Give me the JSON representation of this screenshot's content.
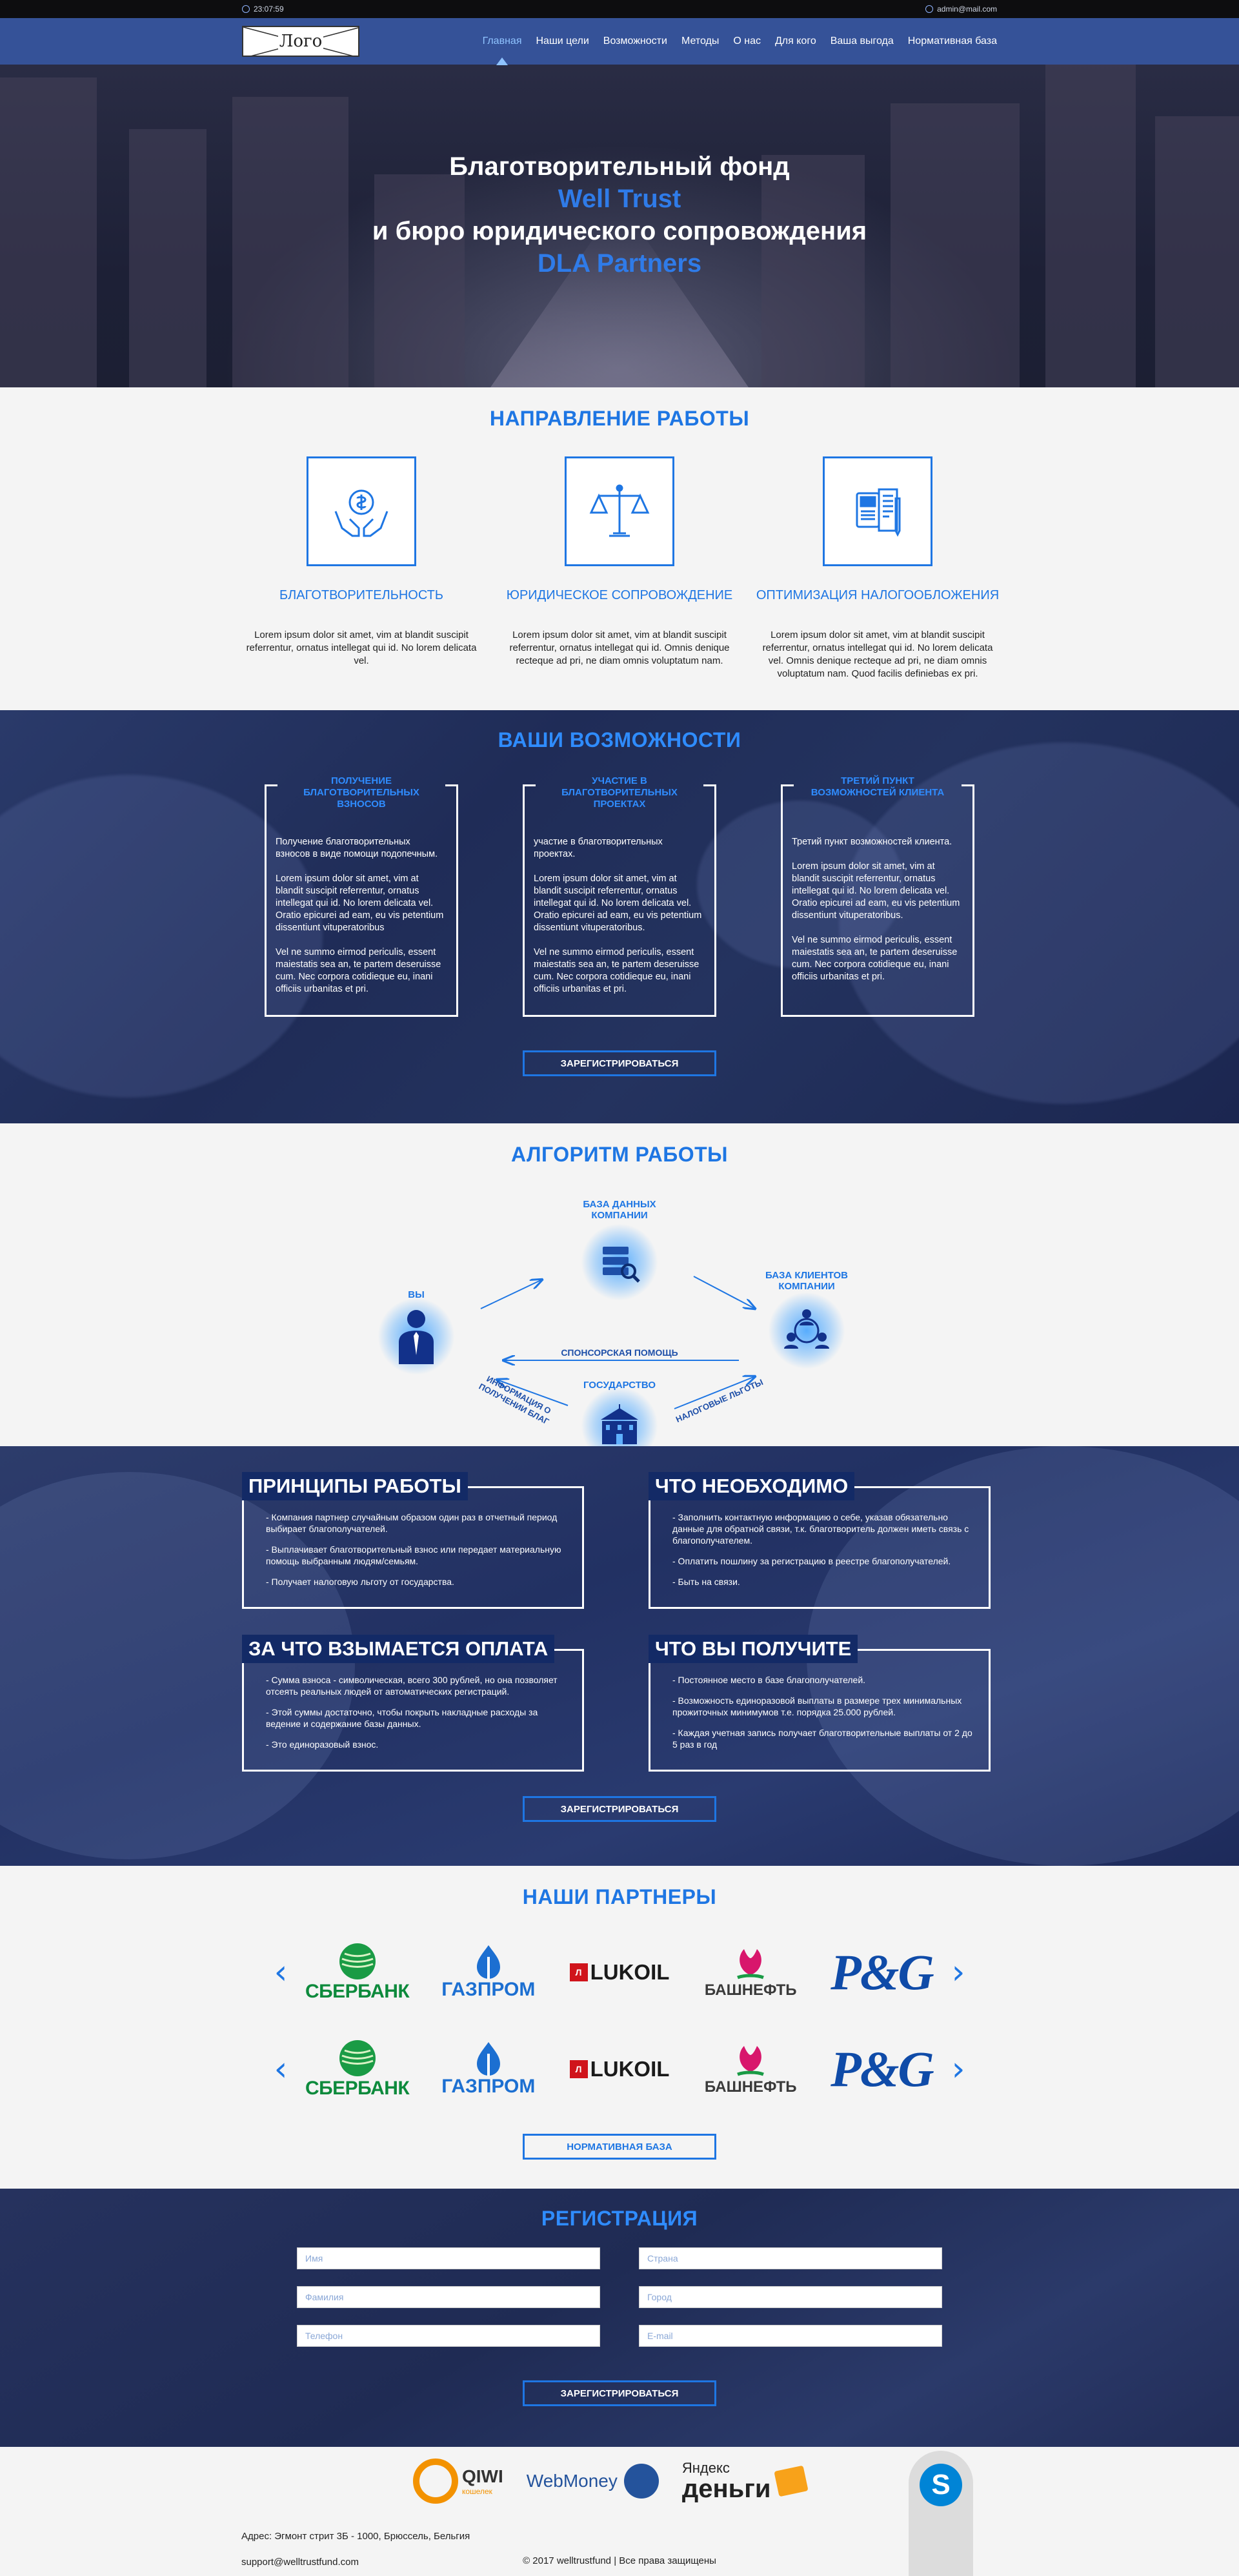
{
  "topbar": {
    "time": "23:07:59",
    "email": "admin@mail.com"
  },
  "nav": {
    "logo": "Лого",
    "items": [
      "Главная",
      "Наши цели",
      "Возможности",
      "Методы",
      "О нас",
      "Для кого",
      "Ваша выгода",
      "Нормативная база"
    ],
    "active_index": 0
  },
  "hero": {
    "line1": "Благотворительный фонд",
    "line2": "Well Trust",
    "line3": "и бюро юридического сопровождения",
    "line4": "DLA Partners"
  },
  "directions": {
    "title": "НАПРАВЛЕНИЕ РАБОТЫ",
    "cards": [
      {
        "icon": "hands-money-icon",
        "name": "Благотворительность",
        "text": "Lorem ipsum dolor sit amet, vim at blandit suscipit referrentur, ornatus intellegat qui id. No lorem delicata vel."
      },
      {
        "icon": "scales-icon",
        "name": "Юридическое сопровождение",
        "text": "Lorem ipsum dolor sit amet, vim at blandit suscipit referrentur, ornatus intellegat qui id. Omnis denique recteque ad pri, ne diam omnis voluptatum nam."
      },
      {
        "icon": "documents-icon",
        "name": "Оптимизация налогообложения",
        "text": "Lorem ipsum dolor sit amet, vim at blandit suscipit referrentur, ornatus intellegat qui id. No lorem delicata vel. Omnis denique recteque ad pri, ne diam omnis voluptatum nam. Quod facilis definiebas ex pri."
      }
    ]
  },
  "opportunities": {
    "title": "ВАШИ ВОЗМОЖНОСТИ",
    "cards": [
      {
        "title": "Получение благотворительных взносов",
        "body": "Получение благотворительных взносов в виде помощи подопечным.\n\nLorem ipsum dolor sit amet, vim at blandit suscipit referrentur, ornatus intellegat qui id. No lorem delicata vel. Oratio epicurei ad eam, eu vis petentium dissentiunt vituperatoribus\n\nVel ne summo eirmod periculis, essent maiestatis sea an, te partem deseruisse cum. Nec corpora cotidieque eu, inani officiis urbanitas et pri."
      },
      {
        "title": "Участие в благотворительных проектах",
        "body": "участие в благотворительных проектах.\n\nLorem ipsum dolor sit amet, vim at blandit suscipit referrentur, ornatus intellegat qui id. No lorem delicata vel. Oratio epicurei ad eam, eu vis petentium dissentiunt vituperatoribus.\n\nVel ne summo eirmod periculis, essent maiestatis sea an, te partem deseruisse cum. Nec corpora cotidieque eu, inani officiis urbanitas et pri."
      },
      {
        "title": "Третий пункт возможностей клиента",
        "body": "Третий пункт возможностей клиента.\n\nLorem ipsum dolor sit amet, vim at blandit suscipit referrentur, ornatus intellegat qui id. No lorem delicata vel. Oratio epicurei ad eam, eu vis petentium dissentiunt vituperatoribus.\n\nVel ne summo eirmod periculis, essent maiestatis sea an, te partem deseruisse cum. Nec corpora cotidieque eu, inani officiis urbanitas et pri."
      }
    ],
    "button": "Зарегистрироваться"
  },
  "algorithm": {
    "title": "АЛГОРИТМ РАБОТЫ",
    "nodes": {
      "db": "База данных компании",
      "you": "Вы",
      "clients": "База клиентов компании",
      "state": "Государство"
    },
    "edges": {
      "sponsor": "Спонсорская помощь",
      "info": "Информация о получении благ",
      "tax": "Налоговые льготы"
    }
  },
  "principles": {
    "boxes": [
      {
        "title": "Принципы работы",
        "items": [
          "- Компания партнер случайным образом один раз в отчетный период выбирает благополучателей.",
          "- Выплачивает благотворительный взнос или передает материальную помощь выбранным людям/семьям.",
          "- Получает налоговую льготу от государства."
        ]
      },
      {
        "title": "Что необходимо",
        "items": [
          "- Заполнить контактную информацию о себе, указав обязательно данные для обратной связи, т.к. благотворитель должен иметь связь с благополучателем.",
          "- Оплатить пошлину за регистрацию в реестре благополучателей.",
          "- Быть на связи."
        ]
      },
      {
        "title": "За что взымается оплата",
        "items": [
          "- Сумма взноса - символическая, всего 300 рублей, но она позволяет отсеять реальных людей от автоматических регистраций.",
          "- Этой суммы достаточно, чтобы покрыть накладные расходы за ведение и содержание базы данных.",
          "- Это единоразовый взнос."
        ]
      },
      {
        "title": "Что вы получите",
        "items": [
          "- Постоянное место в базе благополучателей.",
          "- Возможность единоразовой выплаты в размере трех минимальных прожиточных минимумов т.е. порядка 25.000 рублей.",
          "- Каждая учетная запись получает благотворительные выплаты от 2 до 5 раз в год"
        ]
      }
    ],
    "button": "Зарегистрироваться"
  },
  "partners": {
    "title": "НАШИ ПАРТНЕРЫ",
    "logos": [
      "СБЕРБАНК",
      "ГАЗПРОМ",
      "LUKOIL",
      "БАШНЕФТЬ",
      "P&G"
    ],
    "button": "Нормативная база"
  },
  "registration": {
    "title": "РЕГИСТРАЦИЯ",
    "fields": [
      "Имя",
      "Страна",
      "Фамилия",
      "Город",
      "Телефон",
      "E-mail"
    ],
    "button": "Зарегистрироваться"
  },
  "footer": {
    "qiwi": "QIWI",
    "qiwi_sub": "кошелек",
    "webmoney": "WebMoney",
    "yandex1": "Яндекс",
    "yandex2": "деньги",
    "address": "Адрес: Эгмонт стрит 3Б - 1000, Брюссель, Бельгия",
    "email": "support@welltrustfund.com",
    "copyright": "© 2017 welltrustfund | Все права защищены"
  },
  "colors": {
    "accent": "#1e76e3",
    "nav": "#3656a0",
    "dark_section": "#1f2c57"
  }
}
